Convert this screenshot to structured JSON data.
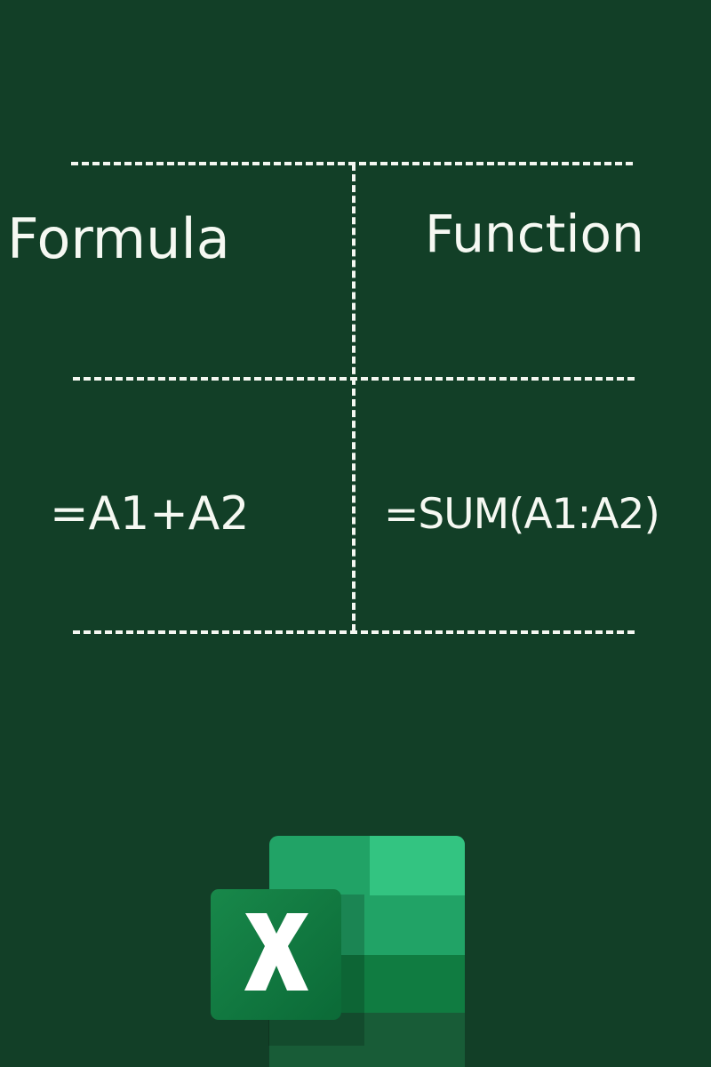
{
  "table": {
    "headers": [
      "Formula",
      "Function"
    ],
    "rows": [
      [
        "=A1+A2",
        "=SUM(A1:A2)"
      ]
    ]
  },
  "logo": {
    "icon": "excel-icon",
    "letter": "X",
    "colors": {
      "background": "#123f27",
      "top_right": "#33c481",
      "top_left": "#21a366",
      "middle": "#21a366",
      "bottom": "#107c41",
      "lower": "#185c37",
      "badge": "#107c41",
      "line": "#f4f7f1"
    }
  }
}
